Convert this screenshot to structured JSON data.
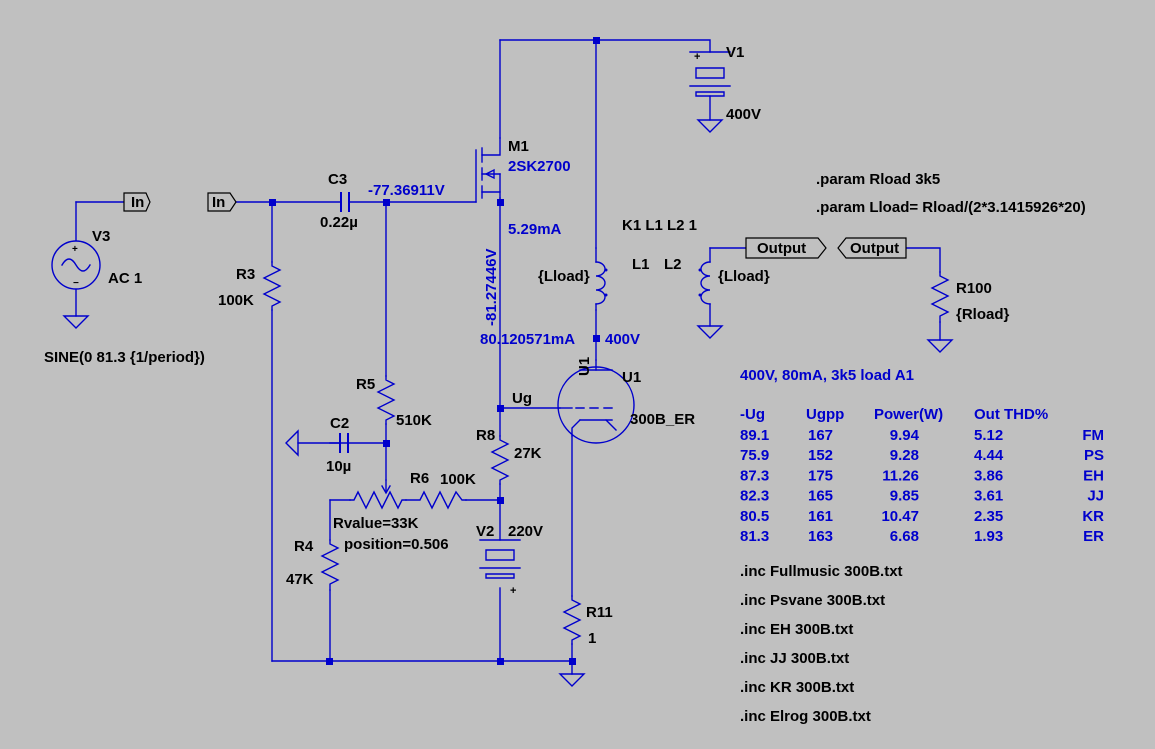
{
  "components": {
    "V1": {
      "name": "V1",
      "value": "400V"
    },
    "V2": {
      "name": "V2",
      "value": "220V"
    },
    "V3": {
      "name": "V3",
      "value": "AC 1",
      "source": "SINE(0 81.3 {1/period})"
    },
    "M1": {
      "name": "M1",
      "model": "2SK2700"
    },
    "C3": {
      "name": "C3",
      "value": "0.22µ"
    },
    "C2": {
      "name": "C2",
      "value": "10µ"
    },
    "R3": {
      "name": "R3",
      "value": "100K"
    },
    "R5": {
      "name": "R5",
      "value": "510K"
    },
    "R6": {
      "name": "R6",
      "value": "100K"
    },
    "R8": {
      "name": "R8",
      "value": "27K"
    },
    "R4": {
      "name": "R4",
      "value": "47K"
    },
    "R11": {
      "name": "R11",
      "value": "1"
    },
    "R100": {
      "name": "R100",
      "value": "{Rload}"
    },
    "L1": {
      "name": "L1",
      "value": "{Lload}"
    },
    "L2": {
      "name": "L2",
      "value": "{Lload}"
    },
    "U1": {
      "name": "U1",
      "model": "300B_ER"
    },
    "pot": {
      "rvalue": "Rvalue=33K",
      "position": "position=0.506"
    }
  },
  "labels": {
    "in1": "In",
    "in2": "In",
    "out1": "Output",
    "out2": "Output",
    "ug": "Ug"
  },
  "annotations": {
    "gate_voltage": "-77.36911V",
    "drain_current": "5.29mA",
    "source_voltage": "-81.27446V",
    "plate_current": "80.120571mA",
    "plate_voltage": "400V"
  },
  "directives": {
    "param1": ".param Rload  3k5",
    "param2": ".param Lload= Rload/(2*3.1415926*20)",
    "coupling": "K1 L1 L2 1",
    "includes": [
      ".inc Fullmusic 300B.txt",
      ".inc Psvane 300B.txt",
      ".inc EH 300B.txt",
      ".inc JJ 300B.txt",
      ".inc KR 300B.txt",
      ".inc Elrog 300B.txt"
    ]
  },
  "results_table": {
    "title": "400V, 80mA, 3k5 load  A1",
    "headers": [
      "-Ug",
      "Ugpp",
      "Power(W)",
      "Out THD%"
    ],
    "rows": [
      {
        "ug": "89.1",
        "ugpp": "167",
        "power": "9.94",
        "thd": "5.12",
        "tag": "FM"
      },
      {
        "ug": "75.9",
        "ugpp": "152",
        "power": "9.28",
        "thd": "4.44",
        "tag": "PS"
      },
      {
        "ug": "87.3",
        "ugpp": "175",
        "power": "11.26",
        "thd": "3.86",
        "tag": "EH"
      },
      {
        "ug": "82.3",
        "ugpp": "165",
        "power": "9.85",
        "thd": "3.61",
        "tag": "JJ"
      },
      {
        "ug": "80.5",
        "ugpp": "161",
        "power": "10.47",
        "thd": "2.35",
        "tag": "KR"
      },
      {
        "ug": "81.3",
        "ugpp": "163",
        "power": "6.68",
        "thd": "1.93",
        "tag": "ER"
      }
    ]
  }
}
